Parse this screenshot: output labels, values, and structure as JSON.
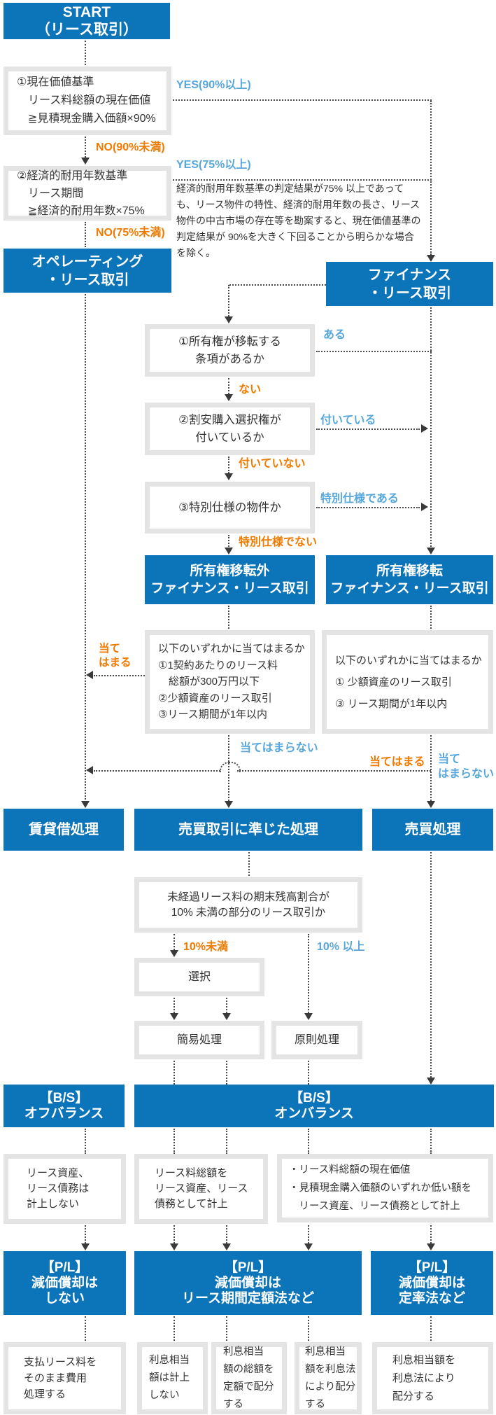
{
  "colors": {
    "box_blue": "#0c74b9",
    "label_orange": "#ef7a00",
    "label_light_blue": "#57a7dc",
    "frame_gray": "#e4e4e4",
    "text_dark": "#333333",
    "connector_gray": "#4a4a4a"
  },
  "nodes": {
    "start": {
      "lines": [
        "START",
        "（リース取引）"
      ]
    },
    "crit_present_value": {
      "lines": [
        "①現在価値基準",
        "　リース料総額の現在価値",
        "　≧見積現金購入価額×90%"
      ]
    },
    "crit_useful_life": {
      "lines": [
        "②経済的耐用年数基準",
        "　リース期間",
        "　≧経済的耐用年数×75%"
      ]
    },
    "operating_lease": {
      "lines": [
        "オペレーティング",
        "・リース取引"
      ]
    },
    "finance_lease": {
      "lines": [
        "ファイナンス",
        "・リース取引"
      ]
    },
    "q_ownership": {
      "lines": [
        "①所有権が移転する",
        "条項があるか"
      ]
    },
    "q_bargain": {
      "lines": [
        "②割安購入選択権が",
        "付いているか"
      ]
    },
    "q_special": {
      "lines": [
        "③特別仕様の物件か"
      ]
    },
    "non_transfer": {
      "lines": [
        "所有権移転外",
        "ファイナンス・リース取引"
      ]
    },
    "transfer": {
      "lines": [
        "所有権移転",
        "ファイナンス・リース取引"
      ]
    },
    "cond_left": {
      "lines": [
        "以下のいずれかに当てはまるか",
        "①1契約あたりのリース料",
        "　総額が300万円以下",
        "②少額資産のリース取引",
        "③リース期間が1年以内"
      ]
    },
    "cond_right": {
      "lines": [
        "以下のいずれかに当てはまるか",
        "① 少額資産のリース取引",
        "③ リース期間が1年以内"
      ]
    },
    "rental_treatment": {
      "lines": [
        "賃貸借処理"
      ]
    },
    "quasi_sale_treatment": {
      "lines": [
        "売買取引に準じた処理"
      ]
    },
    "sale_treatment": {
      "lines": [
        "売買処理"
      ]
    },
    "remaining_ratio": {
      "lines": [
        "未経過リース料の期末残高割合が",
        "10% 未満の部分のリース取引か"
      ]
    },
    "select": {
      "lines": [
        "選択"
      ]
    },
    "simple_treatment": {
      "lines": [
        "簡易処理"
      ]
    },
    "principle_treatment": {
      "lines": [
        "原則処理"
      ]
    },
    "bs_off": {
      "lines": [
        "【B/S】",
        "オフバランス"
      ]
    },
    "bs_on": {
      "lines": [
        "【B/S】",
        "オンバランス"
      ]
    },
    "bs_off_desc": {
      "lines": [
        "リース資産、",
        "リース債務は",
        "計上しない"
      ]
    },
    "bs_on_desc_mid": {
      "lines": [
        "リース料総額を",
        "リース資産、リース",
        "債務として計上"
      ]
    },
    "bs_on_desc_right": {
      "lines": [
        "・リース料総額の現在価値",
        "・見積現金購入価額のいずれか低い額を",
        "　リース資産、リース債務として計上"
      ]
    },
    "pl_none": {
      "lines": [
        "【P/L】",
        "減価償却は",
        "しない"
      ]
    },
    "pl_straight": {
      "lines": [
        "【P/L】",
        "減価償却は",
        "リース期間定額法など"
      ]
    },
    "pl_declining": {
      "lines": [
        "【P/L】",
        "減価償却は",
        "定率法など"
      ]
    },
    "btm_expense": {
      "lines": [
        "支払リース料を",
        "そのまま費用",
        "処理する"
      ]
    },
    "btm_no_interest": {
      "lines": [
        "利息相当",
        "額は計上",
        "しない"
      ]
    },
    "btm_interest_straight": {
      "lines": [
        "利息相当",
        "額の総額を",
        "定額で配分",
        "する"
      ]
    },
    "btm_interest_method": {
      "lines": [
        "利息相当",
        "額を利息法",
        "により配分",
        "する"
      ]
    },
    "btm_interest_method_wide": {
      "lines": [
        "利息相当額を",
        "利息法により",
        "配分する"
      ]
    }
  },
  "labels": {
    "yes90": "YES(90%以上)",
    "no90": "NO(90%未満)",
    "yes75": "YES(75%以上)",
    "no75": "NO(75%未満)",
    "has_clause": "ある",
    "no_clause": "ない",
    "has_option": "付いている",
    "no_option": "付いていない",
    "is_special": "特別仕様である",
    "not_special": "特別仕様でない",
    "applies_left": {
      "lines": [
        "当て",
        "はまる"
      ]
    },
    "not_applies_center": "当てはまらない",
    "applies_right": "当てはまる",
    "not_applies_right": {
      "lines": [
        "当て",
        "はまらない"
      ]
    },
    "under10": "10%未満",
    "over10": "10% 以上"
  },
  "note": {
    "lines": [
      "経済的耐用年数基準の判定結果が75% 以上であって",
      "も、リース物件の特性、経済的耐用年数の長さ、リース",
      "物件の中古市場の存在等を勘案すると、現在価値基準の",
      "判定結果が 90%を大きく下回ることから明らかな場合",
      "を除く。"
    ]
  }
}
